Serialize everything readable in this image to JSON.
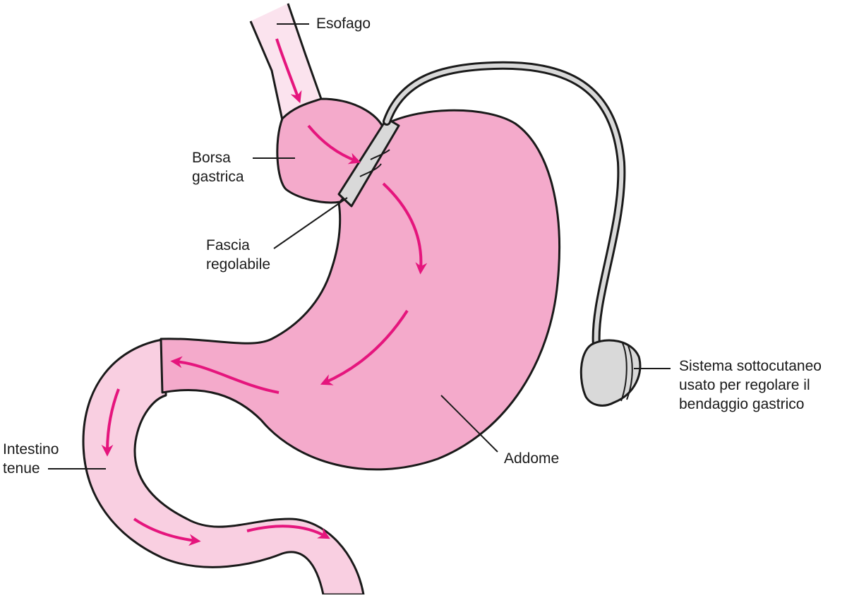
{
  "colors": {
    "stomach": "#f4aacb",
    "intestine": "#f9cfe1",
    "esophagus_light": "#fbe3ee",
    "arrow": "#e5157d",
    "outline": "#1a1a1a",
    "device_gray": "#d9d9d9"
  },
  "labels": {
    "esophagus": "Esofago",
    "pouch_line1": "Borsa",
    "pouch_line2": "gastrica",
    "band_line1": "Fascia",
    "band_line2": "regolabile",
    "port_line1": "Sistema sottocutaneo",
    "port_line2": "usato per regolare il",
    "port_line3": "bendaggio gastrico",
    "intestine_line1": "Intestino",
    "intestine_line2": "tenue",
    "abdomen": "Addome"
  }
}
